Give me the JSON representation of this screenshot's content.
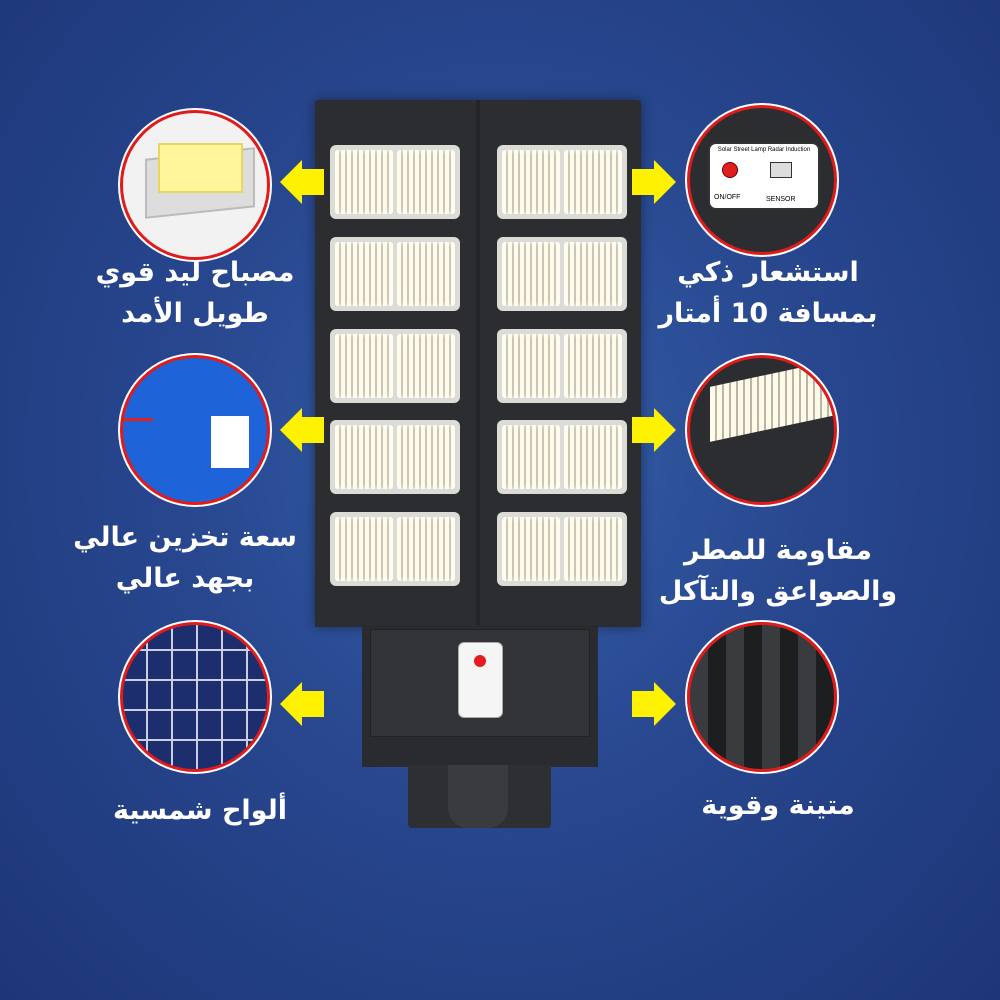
{
  "features": {
    "led": {
      "line1": "مصباح ليد قوي",
      "line2": "طويل الأمد"
    },
    "battery": {
      "line1": "سعة تخزين عالي",
      "line2": "بجهد عالي"
    },
    "solar": {
      "line1": "ألواح شمسية"
    },
    "sensor": {
      "line1": "استشعار ذكي",
      "line2": "بمسافة 10 أمتار"
    },
    "weather": {
      "line1": "مقاومة للمطر",
      "line2": "والصواعق والتآكل"
    },
    "durable": {
      "line1": "متينة وقوية"
    }
  },
  "sensor_panel": {
    "title": "Solar Street Lamp Radar Induction",
    "button": "ON/OFF",
    "sensor": "SENSOR"
  },
  "colors": {
    "accent": "#fff200",
    "ring": "#e01b1b"
  }
}
